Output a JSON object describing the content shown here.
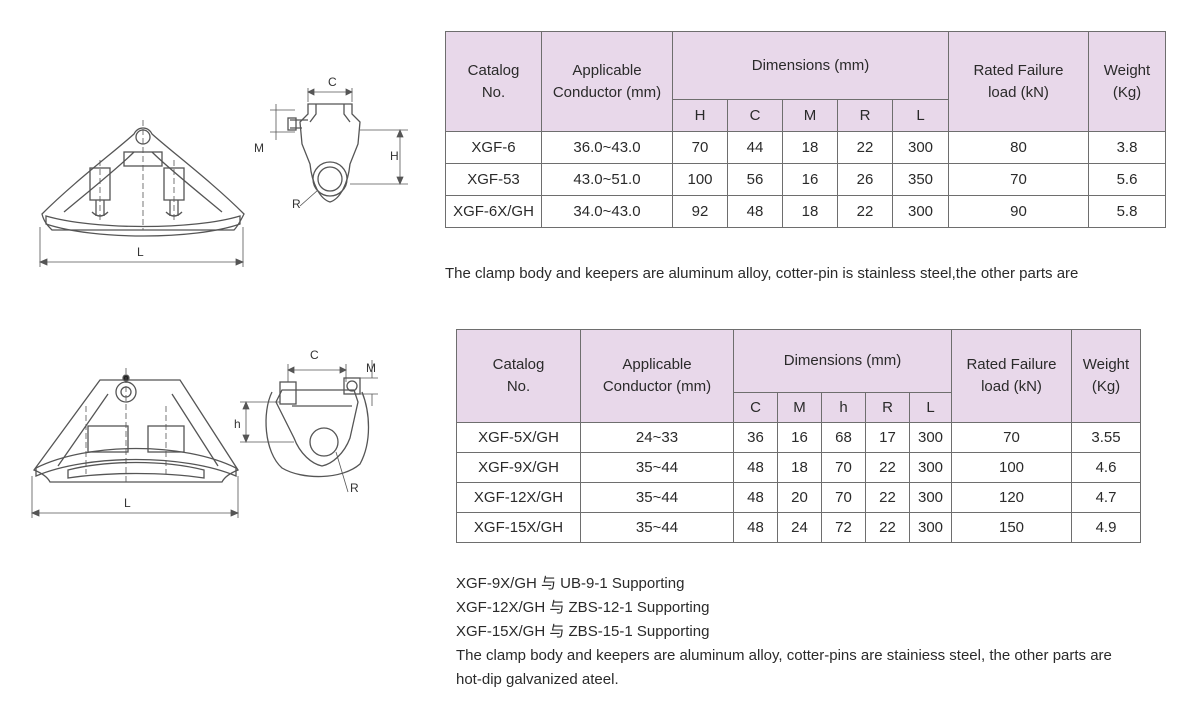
{
  "table1": {
    "header": {
      "catalog": [
        "Catalog",
        "No."
      ],
      "conductor": [
        "Applicable",
        "Conductor (mm)"
      ],
      "dimensions": "Dimensions (mm)",
      "dim_cols": [
        "H",
        "C",
        "M",
        "R",
        "L"
      ],
      "failure": [
        "Rated Failure",
        "load (kN)"
      ],
      "weight": [
        "Weight",
        "(Kg)"
      ]
    },
    "rows": [
      [
        "XGF-6",
        "36.0~43.0",
        "70",
        "44",
        "18",
        "22",
        "300",
        "80",
        "3.8"
      ],
      [
        "XGF-53",
        "43.0~51.0",
        "100",
        "56",
        "16",
        "26",
        "350",
        "70",
        "5.6"
      ],
      [
        "XGF-6X/GH",
        "34.0~43.0",
        "92",
        "48",
        "18",
        "22",
        "300",
        "90",
        "5.8"
      ]
    ]
  },
  "note1": "The clamp body and keepers are aluminum alloy, cotter-pin is stainless steel,the other parts are",
  "table2": {
    "header": {
      "catalog": [
        "Catalog",
        "No."
      ],
      "conductor": [
        "Applicable",
        "Conductor (mm)"
      ],
      "dimensions": "Dimensions (mm)",
      "dim_cols": [
        "C",
        "M",
        "h",
        "R",
        "L"
      ],
      "failure": [
        "Rated Failure",
        "load (kN)"
      ],
      "weight": [
        "Weight",
        "(Kg)"
      ]
    },
    "rows": [
      [
        "XGF-5X/GH",
        "24~33",
        "36",
        "16",
        "68",
        "17",
        "300",
        "70",
        "3.55"
      ],
      [
        "XGF-9X/GH",
        "35~44",
        "48",
        "18",
        "70",
        "22",
        "300",
        "100",
        "4.6"
      ],
      [
        "XGF-12X/GH",
        "35~44",
        "48",
        "20",
        "70",
        "22",
        "300",
        "120",
        "4.7"
      ],
      [
        "XGF-15X/GH",
        "35~44",
        "48",
        "24",
        "72",
        "22",
        "300",
        "150",
        "4.9"
      ]
    ]
  },
  "notes2": [
    "XGF-9X/GH 与 UB-9-1  Supporting",
    "XGF-12X/GH 与  ZBS-12-1  Supporting",
    "XGF-15X/GH 与  ZBS-15-1  Supporting",
    "The clamp body and keepers are aluminum alloy, cotter-pins are stainiess steel, the other parts are",
    "hot-dip galvanized ateel."
  ],
  "drawing_labels": {
    "front1_L": "L",
    "side1_C": "C",
    "side1_M": "M",
    "side1_H": "H",
    "side1_R": "R",
    "front2_L": "L",
    "side2_C": "C",
    "side2_M": "M",
    "side2_h": "h",
    "side2_R": "R"
  },
  "colors": {
    "header_bg": "#e8d8ea",
    "border": "#6e6e6e",
    "line": "#555555"
  }
}
